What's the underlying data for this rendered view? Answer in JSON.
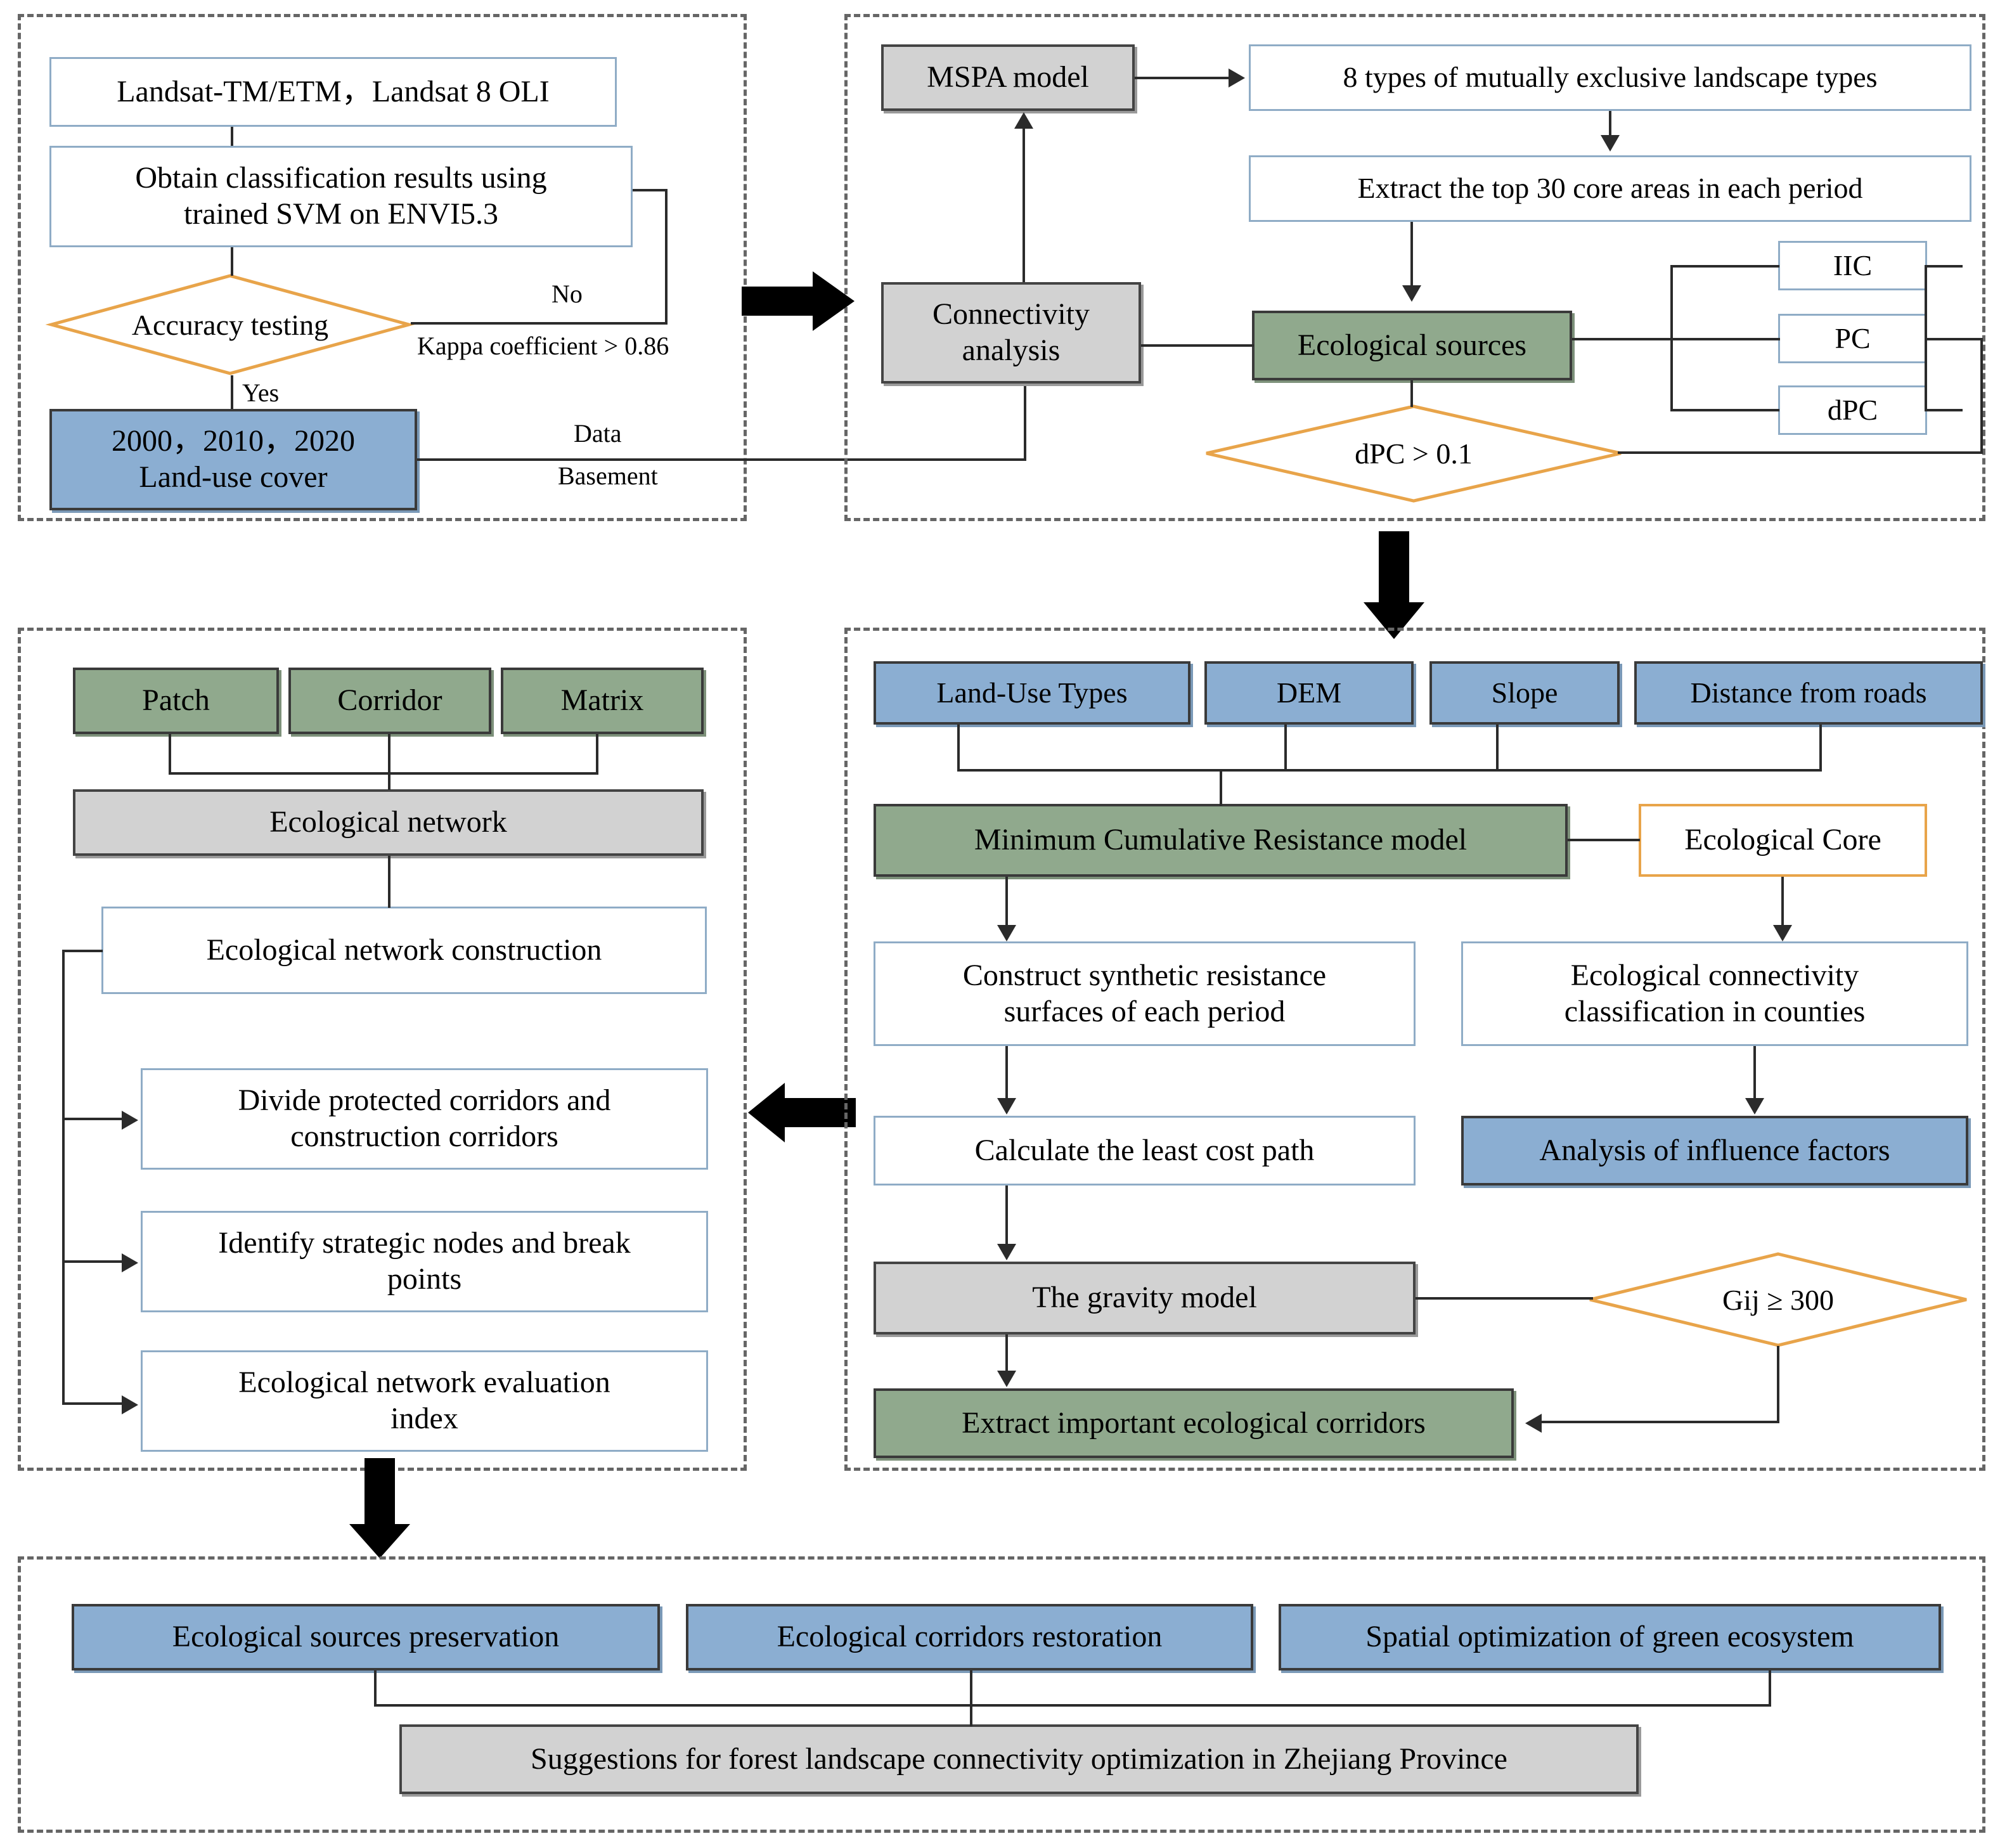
{
  "diagram": {
    "title": "Research framework flowchart for forest landscape connectivity optimization in Zhejiang Province",
    "panels": [
      {
        "id": "panel-data-preprocessing",
        "nodes": [
          {
            "id": "landsat",
            "label": "Landsat-TM/ETM，Landsat 8 OLI",
            "style": "white"
          },
          {
            "id": "svm",
            "label": "Obtain classification results using trained SVM on ENVI5.3",
            "style": "white"
          },
          {
            "id": "accuracy",
            "label": "Accuracy testing",
            "style": "diamond"
          },
          {
            "id": "landuse",
            "label": "2000，2010，2020\nLand-use cover",
            "style": "blue"
          }
        ],
        "edge_labels": [
          {
            "id": "no",
            "text": "No"
          },
          {
            "id": "kappa",
            "text": "Kappa coefficient > 0.86"
          },
          {
            "id": "yes",
            "text": "Yes"
          },
          {
            "id": "data",
            "text": "Data"
          },
          {
            "id": "basement",
            "text": "Basement"
          }
        ]
      },
      {
        "id": "panel-ecological-sources",
        "nodes": [
          {
            "id": "mspa",
            "label": "MSPA model",
            "style": "grey"
          },
          {
            "id": "eighttypes",
            "label": "8 types of mutually exclusive landscape types",
            "style": "white"
          },
          {
            "id": "top30",
            "label": "Extract the top 30 core areas in each period",
            "style": "white"
          },
          {
            "id": "connectivity",
            "label": "Connectivity analysis",
            "style": "grey"
          },
          {
            "id": "ecosources",
            "label": "Ecological sources",
            "style": "green"
          },
          {
            "id": "iic",
            "label": "IIC",
            "style": "white"
          },
          {
            "id": "pc",
            "label": "PC",
            "style": "white"
          },
          {
            "id": "dpc",
            "label": "dPC",
            "style": "white"
          },
          {
            "id": "dpcgate",
            "label": "dPC > 0.1",
            "style": "diamond"
          }
        ]
      },
      {
        "id": "panel-ecological-network",
        "nodes": [
          {
            "id": "patch",
            "label": "Patch",
            "style": "green"
          },
          {
            "id": "corridor",
            "label": "Corridor",
            "style": "green"
          },
          {
            "id": "matrix",
            "label": "Matrix",
            "style": "green"
          },
          {
            "id": "econetwork",
            "label": "Ecological network",
            "style": "grey"
          },
          {
            "id": "netconstruction",
            "label": "Ecological network construction",
            "style": "white"
          },
          {
            "id": "dividecorridors",
            "label": "Divide protected corridors and construction corridors",
            "style": "white"
          },
          {
            "id": "strategicnodes",
            "label": "Identify strategic nodes and break points",
            "style": "white"
          },
          {
            "id": "evalindex",
            "label": "Ecological network evaluation index",
            "style": "white"
          }
        ]
      },
      {
        "id": "panel-resistance-corridors",
        "nodes": [
          {
            "id": "landusetypes",
            "label": "Land-Use Types",
            "style": "blue"
          },
          {
            "id": "dem",
            "label": "DEM",
            "style": "blue"
          },
          {
            "id": "slope",
            "label": "Slope",
            "style": "blue"
          },
          {
            "id": "roads",
            "label": "Distance from roads",
            "style": "blue"
          },
          {
            "id": "mcr",
            "label": "Minimum Cumulative Resistance model",
            "style": "green"
          },
          {
            "id": "ecocore",
            "label": "Ecological Core",
            "style": "orange"
          },
          {
            "id": "synthetic",
            "label": "Construct synthetic resistance surfaces of each period",
            "style": "white"
          },
          {
            "id": "connclass",
            "label": "Ecological connectivity classification in counties",
            "style": "white"
          },
          {
            "id": "leastcost",
            "label": "Calculate the least cost path",
            "style": "white"
          },
          {
            "id": "influence",
            "label": "Analysis of influence factors",
            "style": "blue"
          },
          {
            "id": "gravity",
            "label": "The gravity model",
            "style": "grey"
          },
          {
            "id": "gij",
            "label": "Gij ≥ 300",
            "style": "diamond"
          },
          {
            "id": "extractcorridors",
            "label": "Extract important ecological corridors",
            "style": "green"
          }
        ]
      },
      {
        "id": "panel-suggestions",
        "nodes": [
          {
            "id": "preservation",
            "label": "Ecological sources preservation",
            "style": "blue"
          },
          {
            "id": "restoration",
            "label": "Ecological corridors restoration",
            "style": "blue"
          },
          {
            "id": "spatialopt",
            "label": "Spatial optimization of green ecosystem",
            "style": "blue"
          },
          {
            "id": "suggestions",
            "label": "Suggestions for forest landscape connectivity optimization in Zhejiang Province",
            "style": "grey"
          }
        ]
      }
    ],
    "colors": {
      "white_box_border": "#8FACC6",
      "grey_box_fill": "#D2D2D2",
      "green_box_fill": "#90A98D",
      "blue_box_fill": "#8BAED2",
      "diamond_stroke": "#E8A44A",
      "panel_border": "#666666",
      "connector": "#2B2B2B"
    }
  },
  "p1": {
    "landsat": "Landsat-TM/ETM，Landsat 8 OLI",
    "svm": "Obtain classification results using\ntrained SVM on ENVI5.3",
    "accuracy": "Accuracy testing",
    "landuse": "2000，2010，2020\nLand-use cover",
    "no": "No",
    "kappa": "Kappa coefficient > 0.86",
    "yes": "Yes",
    "data": "Data",
    "basement": "Basement"
  },
  "p2": {
    "mspa": "MSPA model",
    "eighttypes": "8 types of mutually exclusive landscape types",
    "top30": "Extract the top 30 core areas in each period",
    "connectivity": "Connectivity\nanalysis",
    "ecosources": "Ecological sources",
    "iic": "IIC",
    "pc": "PC",
    "dpc": "dPC",
    "dpcgate": "dPC > 0.1"
  },
  "p3": {
    "patch": "Patch",
    "corridor": "Corridor",
    "matrix": "Matrix",
    "econetwork": "Ecological network",
    "netconstruction": "Ecological network construction",
    "dividecorridors": "Divide protected corridors and\nconstruction corridors",
    "strategicnodes": "Identify strategic nodes and break\npoints",
    "evalindex": "Ecological network evaluation\nindex"
  },
  "p4": {
    "landusetypes": "Land-Use Types",
    "dem": "DEM",
    "slope": "Slope",
    "roads": "Distance from roads",
    "mcr": "Minimum Cumulative Resistance model",
    "ecocore": "Ecological Core",
    "synthetic": "Construct synthetic resistance\nsurfaces of each period",
    "connclass": "Ecological connectivity\nclassification in counties",
    "leastcost": "Calculate the least cost path",
    "influence": "Analysis of influence factors",
    "gravity": "The gravity model",
    "gij": "Gij ≥ 300",
    "extractcorridors": "Extract important ecological corridors"
  },
  "p5": {
    "preservation": "Ecological sources preservation",
    "restoration": "Ecological corridors restoration",
    "spatialopt": "Spatial optimization of green ecosystem",
    "suggestions": "Suggestions for forest landscape connectivity optimization in Zhejiang Province"
  }
}
